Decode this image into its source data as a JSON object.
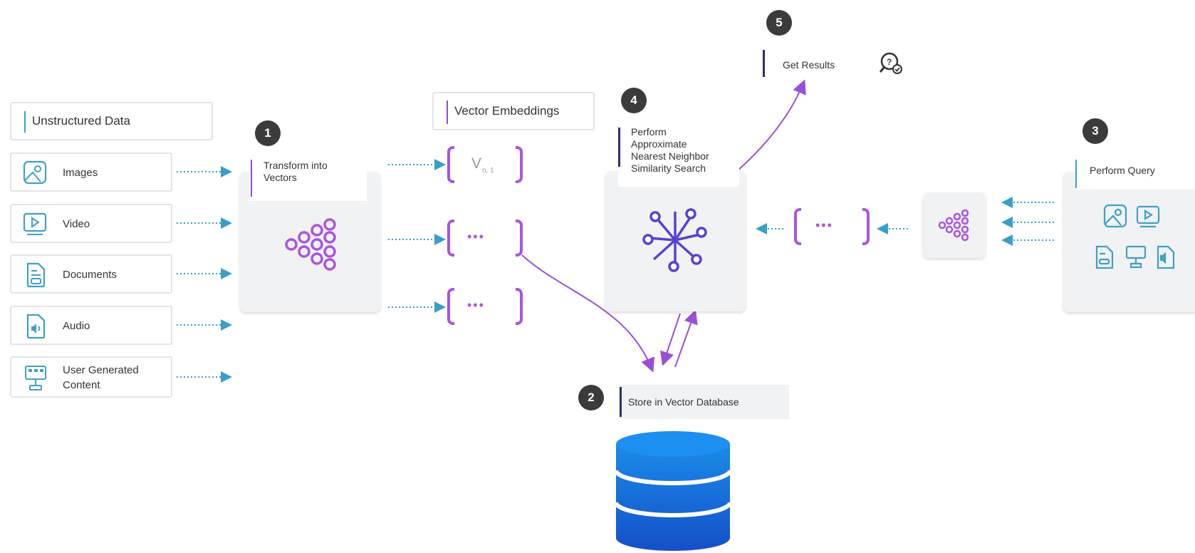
{
  "steps": {
    "one": "1",
    "two": "2",
    "three": "3",
    "four": "4",
    "five": "5"
  },
  "labels": {
    "unstructured": "Unstructured Data",
    "images": "Images",
    "video": "Video",
    "documents": "Documents",
    "audio": "Audio",
    "ugc_line1": "User Generated",
    "ugc_line2": "Content",
    "transform_line1": "Transform into",
    "transform_line2": "Vectors",
    "vector_embeddings": "Vector Embeddings",
    "vector_v": "V",
    "vector_sub": "n, 1",
    "ellipsis": "•••",
    "ann_line1": "Perform",
    "ann_line2": "Approximate",
    "ann_line3": "Nearest Neighbor",
    "ann_line4": "Similarity Search",
    "get_results": "Get Results",
    "perform_query": "Perform Query",
    "store": "Store in Vector Database"
  },
  "colors": {
    "purple": "#9b4fd6",
    "blue_arrow": "#3a9fc8",
    "icon_blue": "#3fa0c4",
    "badge": "#3b3b3b",
    "db_blue": "#1a73d9"
  }
}
